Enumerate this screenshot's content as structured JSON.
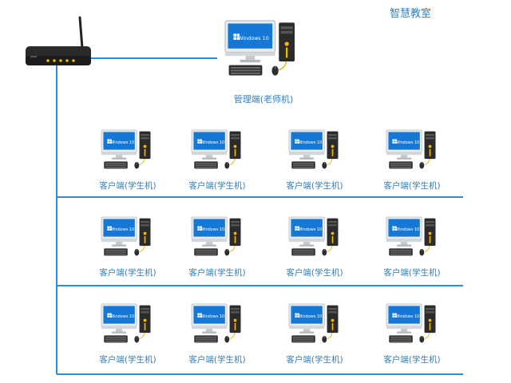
{
  "title": "智慧教室",
  "teacher_label": "管理端(老师机)",
  "student_label": "客户端(学生机)",
  "os_label": "Windows 10",
  "rows": 3,
  "columns": 4,
  "colors": {
    "line": "#2b8ed6",
    "label": "#2f7fc1",
    "screen": "#1678d6",
    "router_body": "#2a2a2a",
    "led": "#f5b800"
  },
  "icons": [
    "router-icon",
    "desktop-computer-icon",
    "keyboard-icon",
    "mouse-icon"
  ]
}
